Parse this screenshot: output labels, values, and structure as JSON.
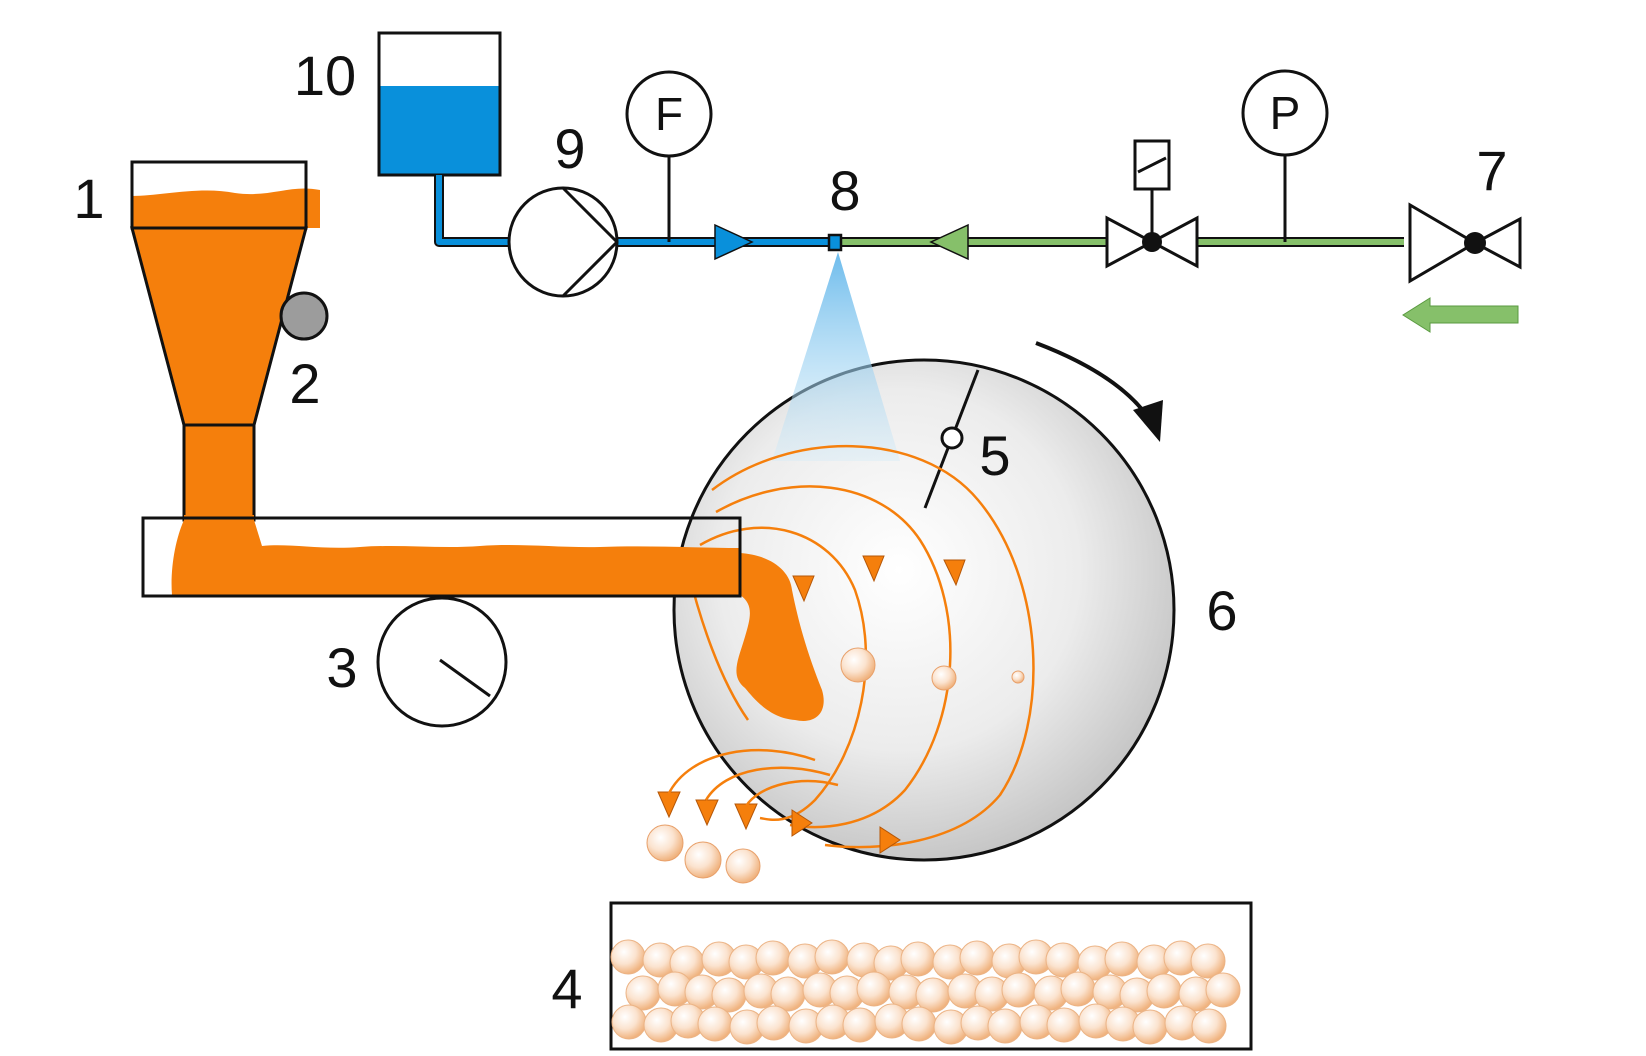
{
  "labels": {
    "hopper": "1",
    "vibrator": "2",
    "feeder_gauge": "3",
    "product_tray": "4",
    "angle_indicator": "5",
    "drum": "6",
    "air_valve": "7",
    "nozzle": "8",
    "pump": "9",
    "liquid_tank": "10"
  },
  "gauges": {
    "flow": "F",
    "pressure": "P"
  },
  "colors": {
    "material": "#f57f0c",
    "liquid": "#0990db",
    "air_line": "#86c06a",
    "outline": "#111111",
    "drum_fill": "#e6e6e6",
    "spray": "#9fd4f2"
  },
  "icons": {
    "solenoid": "solenoid-valve-icon",
    "rotation": "rotation-arrow-icon",
    "air_inlet": "air-inlet-arrow-icon"
  }
}
